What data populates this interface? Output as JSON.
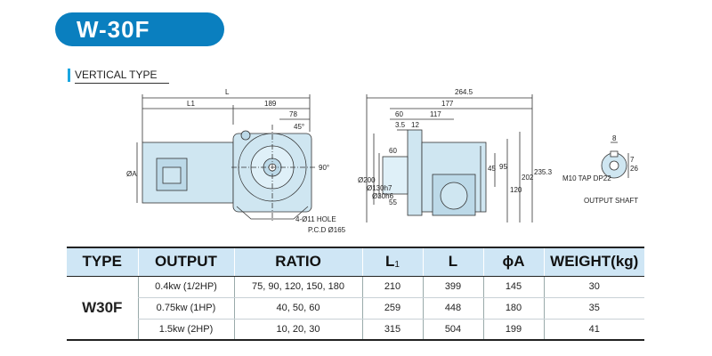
{
  "header": {
    "model": "W-30F"
  },
  "section": {
    "label": "VERTICAL TYPE"
  },
  "drawing": {
    "side_dims": {
      "L": "L",
      "L1": "L1",
      "d189": "189",
      "d78": "78",
      "angle": "45°",
      "deg90": "90°",
      "phiA": "ØA",
      "hole": "4-Ø11 HOLE",
      "pcd": "P.C.D Ø165"
    },
    "front_dims": {
      "d264": "264.5",
      "d177": "177",
      "d60": "60",
      "d117": "117",
      "d35": "3.5",
      "d12": "12",
      "d60b": "60",
      "d200": "Ø200",
      "d130": "Ø130h7",
      "d30": "Ø30h6",
      "d55": "55",
      "d45": "45",
      "d95": "95",
      "d120": "120",
      "d202": "202",
      "d235": "235.3"
    },
    "shaft_dims": {
      "d8": "8",
      "d7": "7",
      "d26": "26",
      "tap": "M10 TAP DP22",
      "caption": "OUTPUT SHAFT"
    }
  },
  "table": {
    "headers": {
      "type": "TYPE",
      "output": "OUTPUT",
      "ratio": "RATIO",
      "l1_main": "L",
      "l1_sub": "1",
      "l": "L",
      "phia": "ϕA",
      "weight": "WEIGHT(kg)"
    },
    "type_name": "W30F",
    "rows": [
      {
        "output": "0.4kw (1/2HP)",
        "ratio": "75, 90, 120, 150, 180",
        "l1": "210",
        "l": "399",
        "phia": "145",
        "weight": "30"
      },
      {
        "output": "0.75kw (1HP)",
        "ratio": "40, 50, 60",
        "l1": "259",
        "l": "448",
        "phia": "180",
        "weight": "35"
      },
      {
        "output": "1.5kw (2HP)",
        "ratio": "10, 20, 30",
        "l1": "315",
        "l": "504",
        "phia": "199",
        "weight": "41"
      }
    ]
  }
}
